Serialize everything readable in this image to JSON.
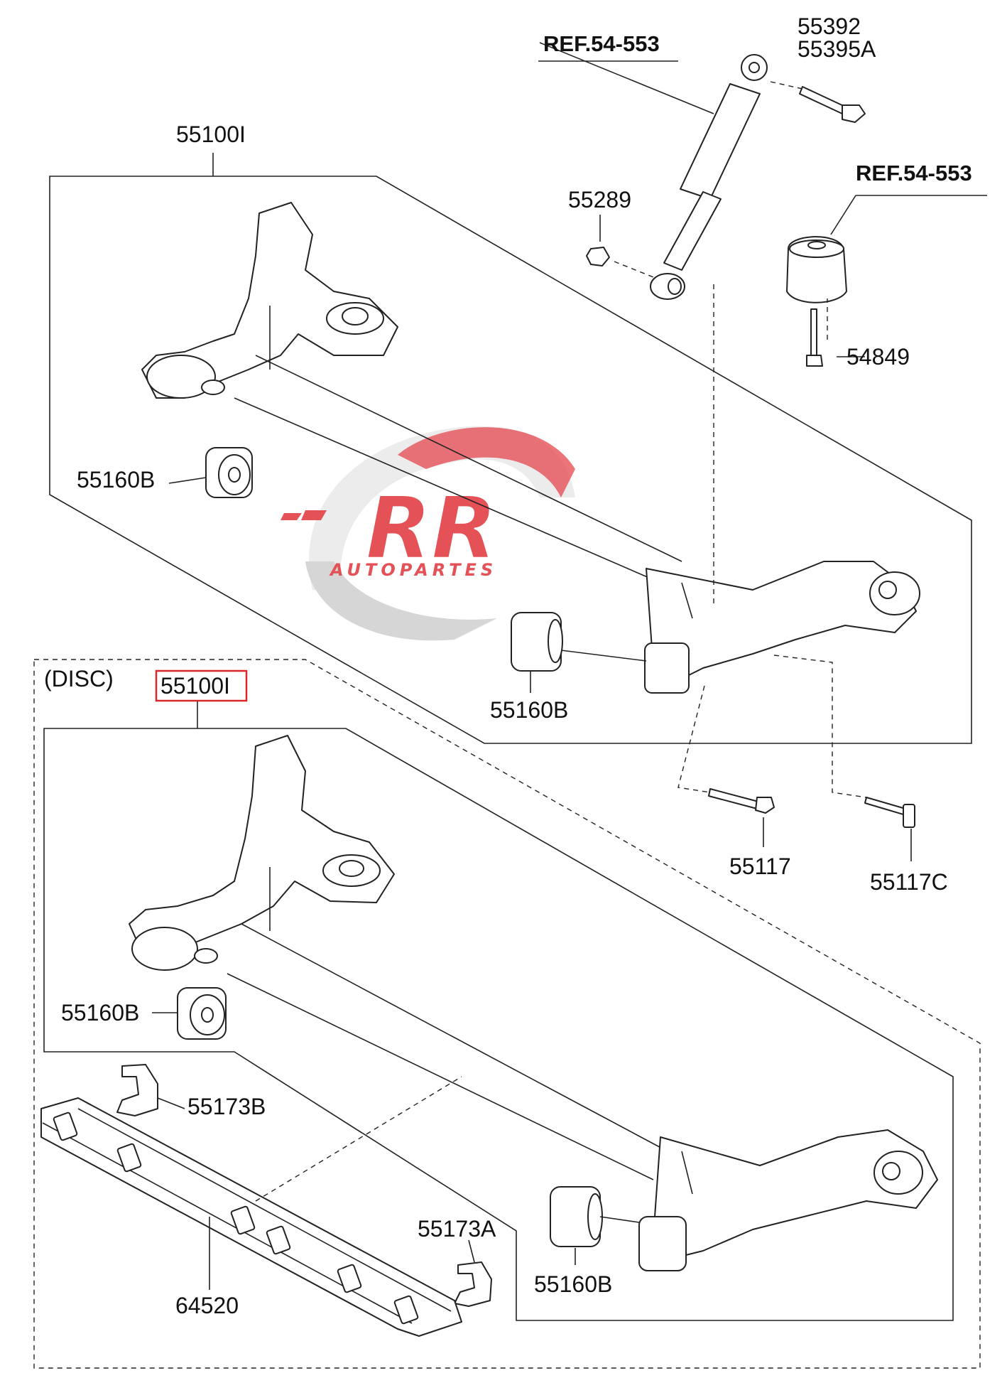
{
  "labels": {
    "ref_top": "REF.54-553",
    "p55392": "55392",
    "p55395a": "55395A",
    "p55100i_top": "55100I",
    "ref_right": "REF.54-553",
    "p55289": "55289",
    "p54849": "54849",
    "p55160b_left": "55160B",
    "p55160b_mid": "55160B",
    "p55117": "55117",
    "p55117c": "55117C",
    "disc": "(DISC)",
    "p55100i_boxed": "55100I",
    "p55160b_lower_left": "55160B",
    "p55173b": "55173B",
    "p55173a": "55173A",
    "p64520": "64520",
    "p55160b_lower_right": "55160B"
  },
  "watermark": {
    "logo_text": "RR",
    "sub_text": "AUTOPARTES",
    "color": "#e0333a"
  },
  "highlight_color": "#d9262b"
}
